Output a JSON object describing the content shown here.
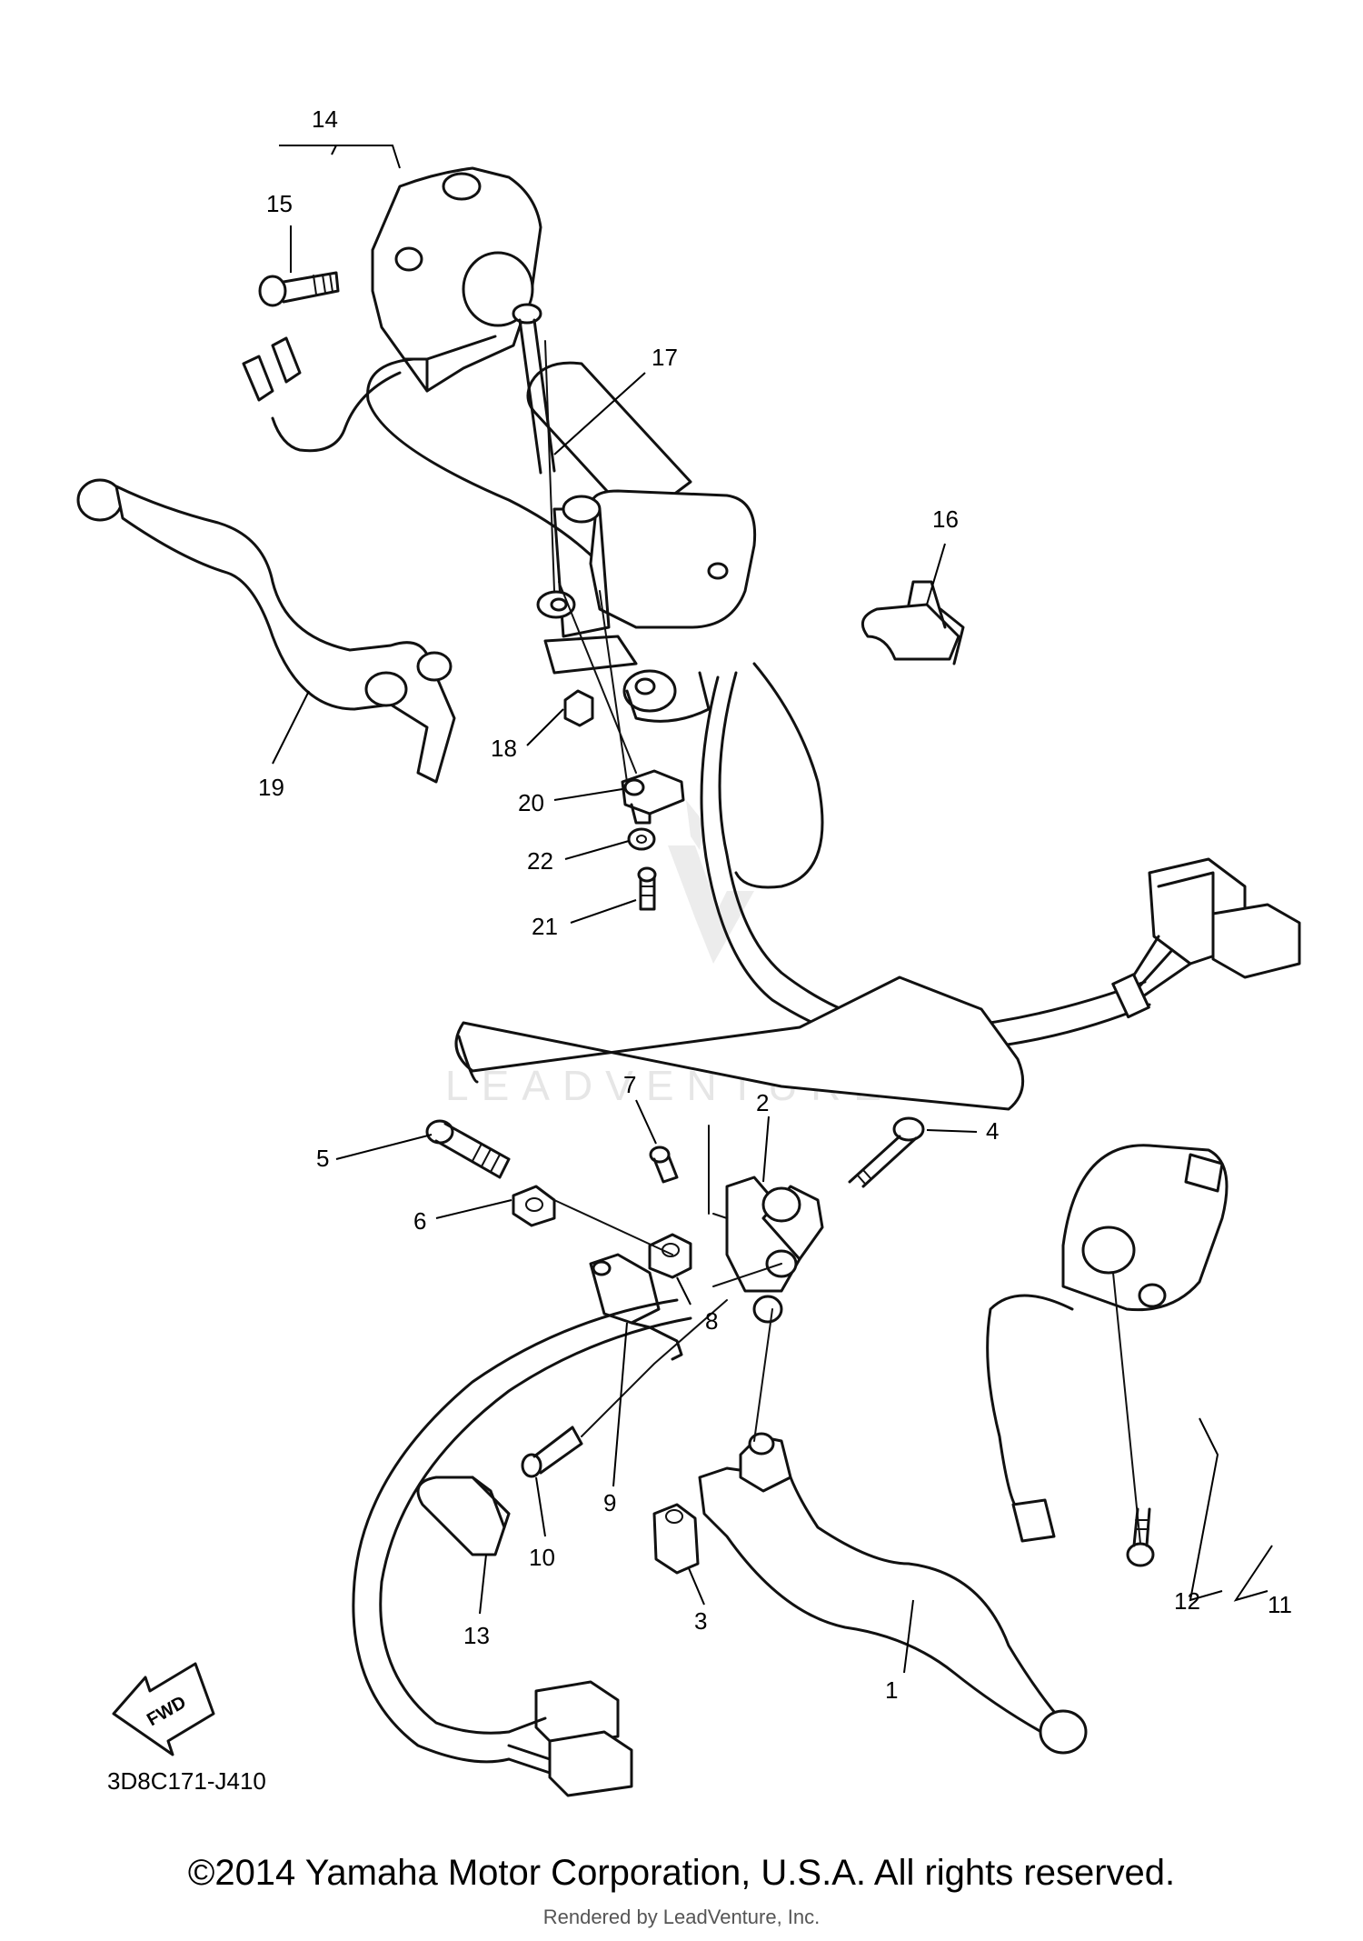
{
  "diagram": {
    "part_numbers": [
      "1",
      "2",
      "3",
      "4",
      "5",
      "6",
      "7",
      "8",
      "9",
      "10",
      "11",
      "12",
      "13",
      "14",
      "15",
      "16",
      "17",
      "18",
      "19",
      "20",
      "21",
      "22"
    ],
    "diagram_code": "3D8C171-J410",
    "fwd_label": "FWD",
    "watermark_text": "LEADVENTURE"
  },
  "footer": {
    "copyright": "©2014 Yamaha Motor Corporation, U.S.A. All rights reserved.",
    "rendered_by": "Rendered by LeadVenture, Inc."
  }
}
